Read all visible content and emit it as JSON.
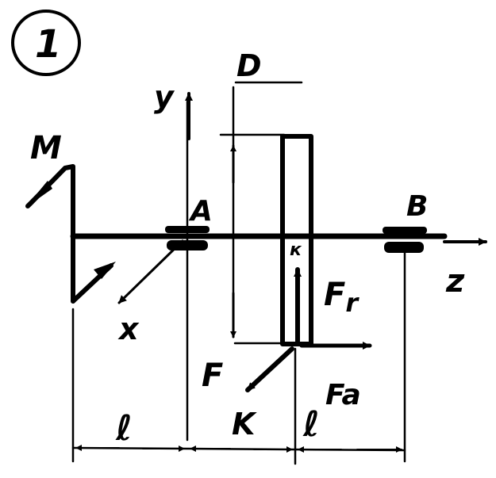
{
  "figure": {
    "number": "1",
    "labels": {
      "moment": "M",
      "axis_y": "y",
      "axis_x": "x",
      "axis_z": "z",
      "bearing_a": "A",
      "bearing_b": "B",
      "gear_d": "D",
      "point_k_small": "к",
      "point_k": "K",
      "force_f": "F",
      "force_fr": "Fr",
      "force_fa": "Fa",
      "dim_l1": "ℓ",
      "dim_l2": "ℓ"
    }
  }
}
